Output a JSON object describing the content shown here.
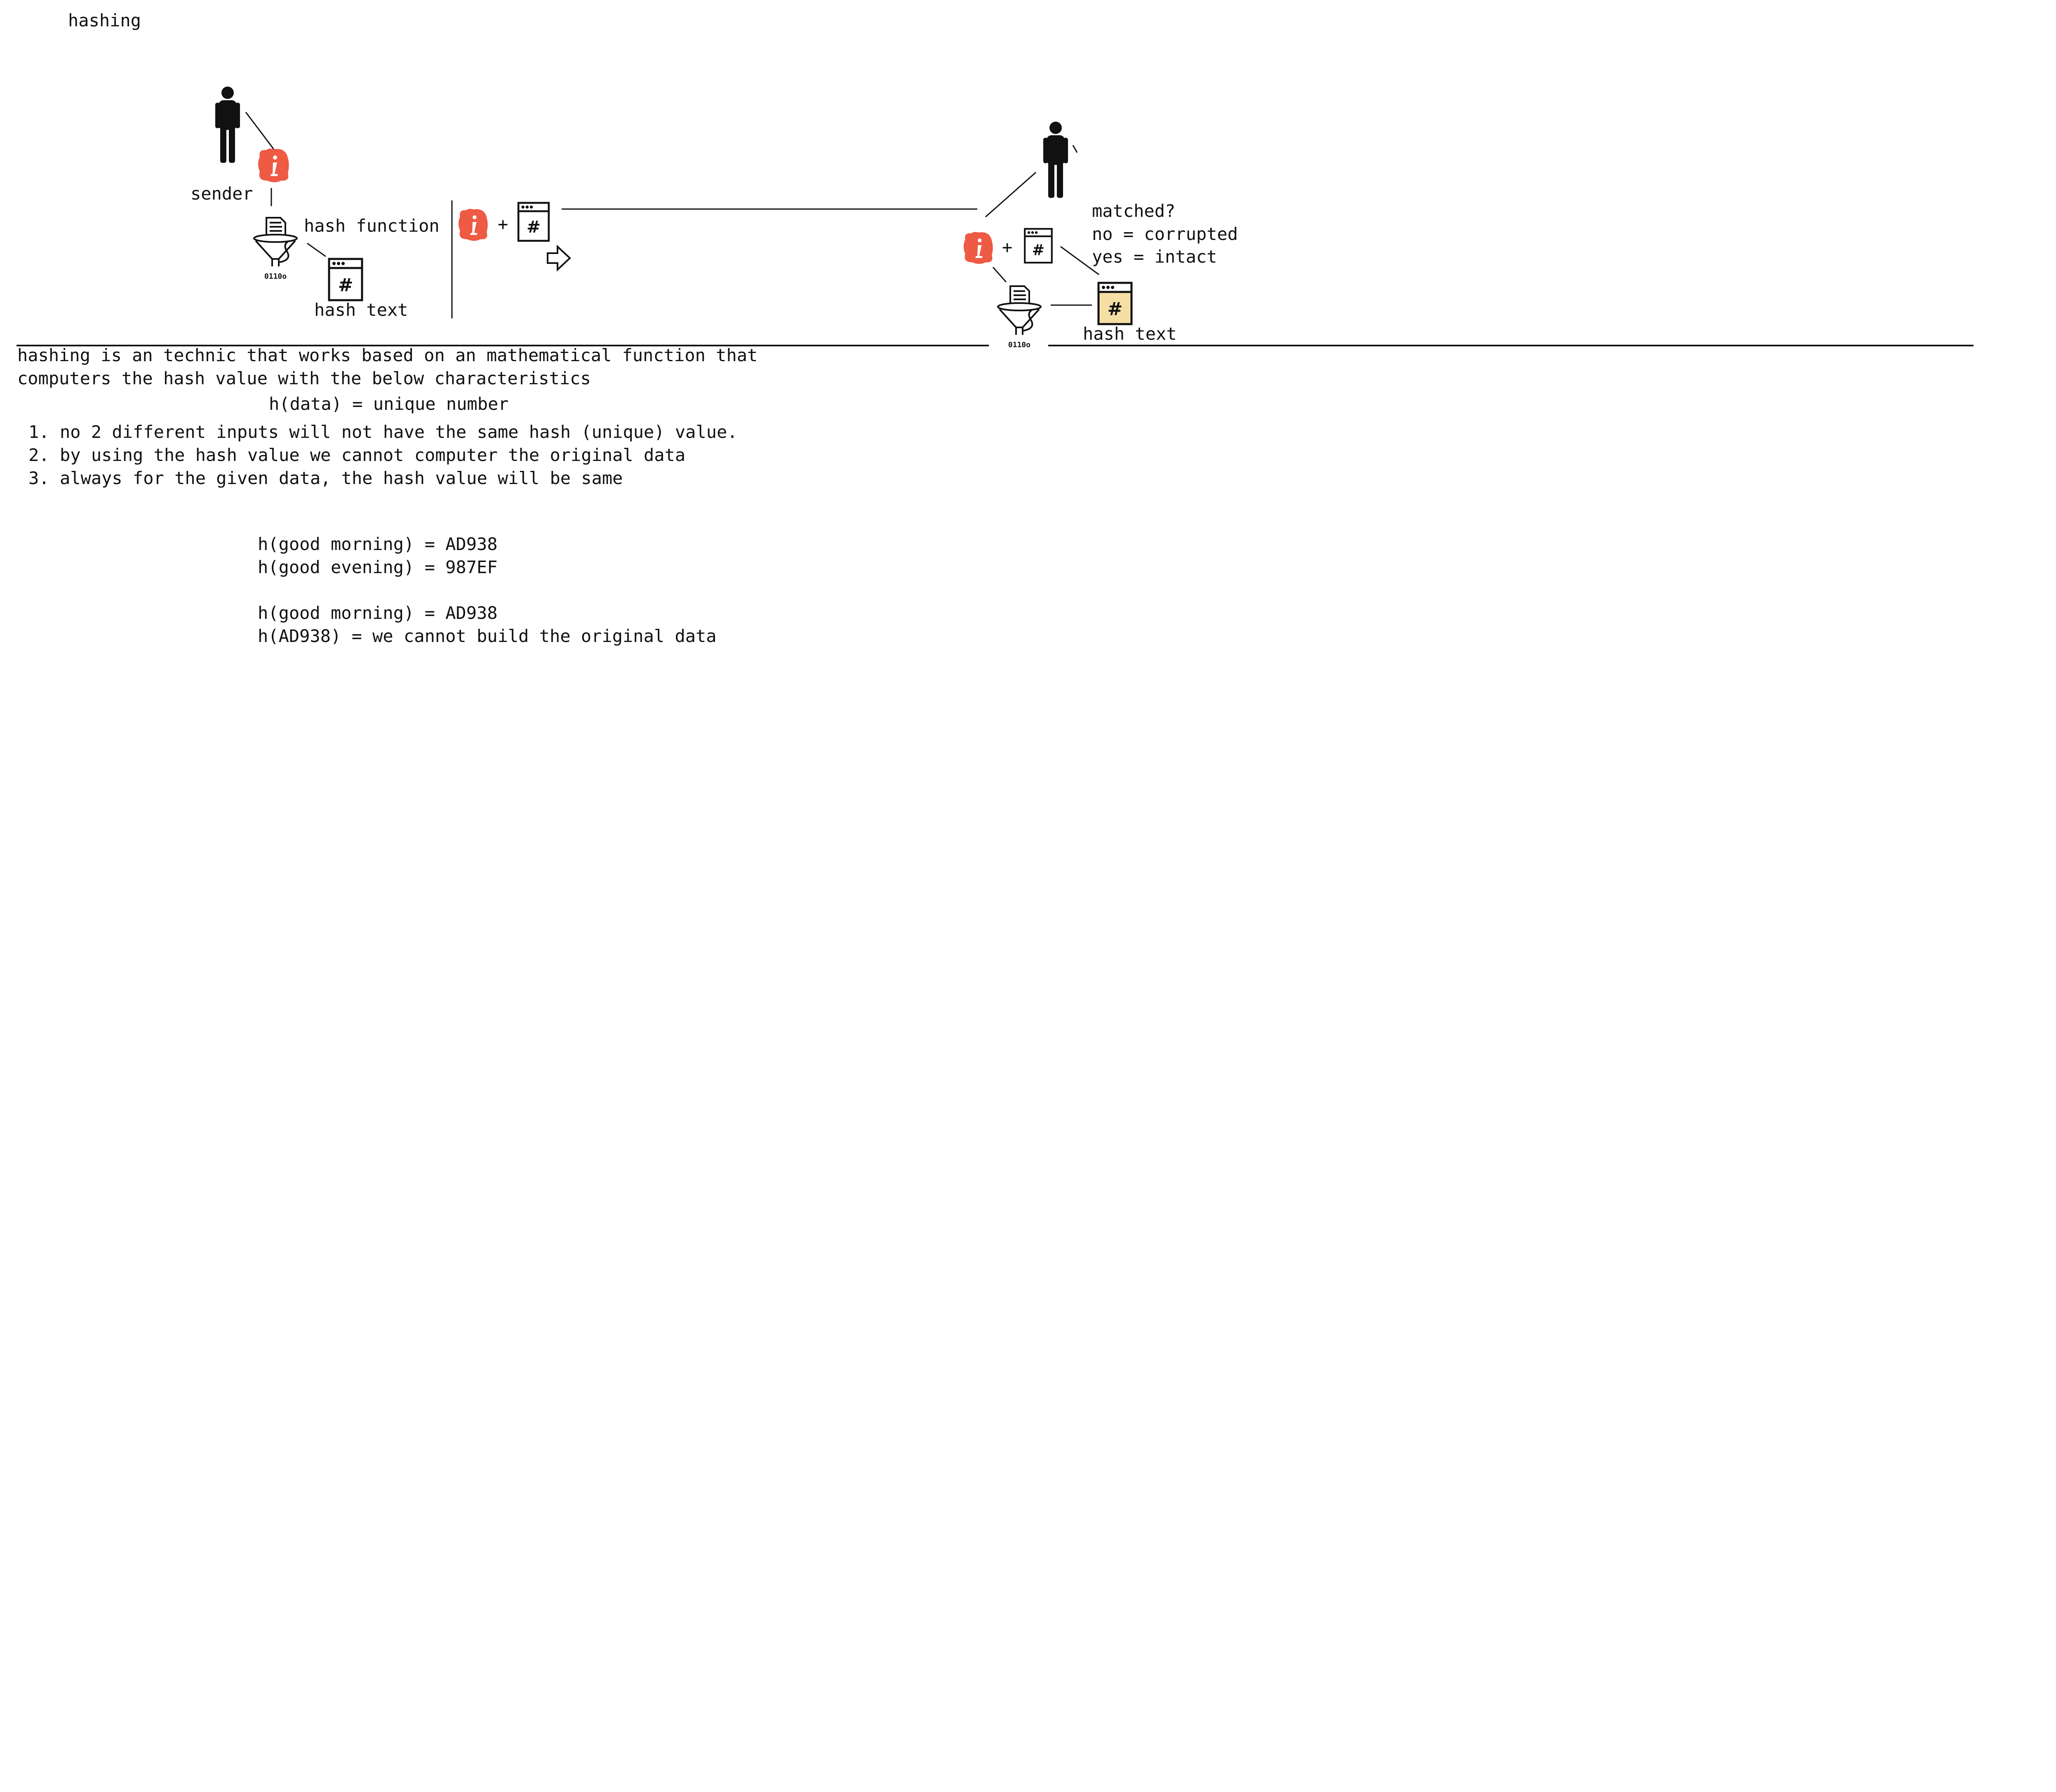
{
  "title": "hashing",
  "sender": {
    "label": "sender",
    "hash_function_label": "hash function",
    "hash_text_label": "hash text",
    "plus": "+"
  },
  "receiver": {
    "plus": "+",
    "matched_lines": [
      "matched?",
      "no = corrupted",
      "yes = intact"
    ],
    "hash_text_label": "hash text"
  },
  "description": {
    "line1": "hashing is an technic that works based on an mathematical function that",
    "line2": "computers the hash value with the below characteristics",
    "formula": "h(data) = unique number"
  },
  "properties": [
    "no 2 different inputs will not have the same hash (unique) value.",
    "by using the hash value we cannot computer the original data",
    "always for the given data, the hash value will be same"
  ],
  "examples": [
    "h(good morning) = AD938",
    "h(good evening) = 987EF",
    "h(good morning) = AD938",
    "h(AD938) = we cannot build the original data"
  ],
  "colors": {
    "info_red": "#ee5a43",
    "hash_highlight": "#f6dfa4",
    "ink": "#111111"
  },
  "icons": [
    "person-icon",
    "info-icon",
    "hash-function-icon",
    "hash-document-icon",
    "arrow-right-icon"
  ]
}
